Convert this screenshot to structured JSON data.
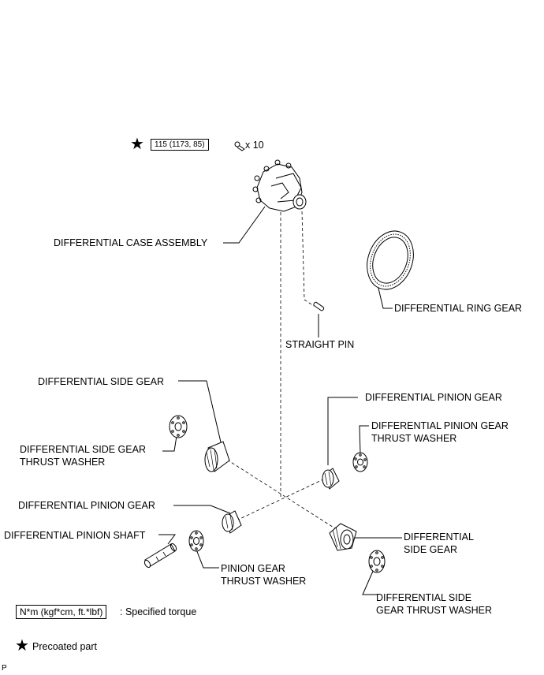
{
  "torque": {
    "value": "115 (1173, 85)",
    "quantity": "x 10"
  },
  "labels": {
    "case_assembly": "DIFFERENTIAL CASE ASSEMBLY",
    "ring_gear": "DIFFERENTIAL RING GEAR",
    "straight_pin": "STRAIGHT PIN",
    "side_gear_top": "DIFFERENTIAL SIDE GEAR",
    "side_gear_washer_left": [
      "DIFFERENTIAL SIDE GEAR",
      "THRUST WASHER"
    ],
    "pinion_gear_right": "DIFFERENTIAL PINION GEAR",
    "pinion_gear_washer_right": [
      "DIFFERENTIAL PINION GEAR",
      "THRUST WASHER"
    ],
    "pinion_gear_left": "DIFFERENTIAL PINION GEAR",
    "pinion_shaft": "DIFFERENTIAL PINION SHAFT",
    "pinion_washer": [
      "PINION GEAR",
      "THRUST WASHER"
    ],
    "side_gear_right": [
      "DIFFERENTIAL",
      "SIDE GEAR"
    ],
    "side_gear_washer_right": [
      "DIFFERENTIAL SIDE",
      "GEAR THRUST WASHER"
    ]
  },
  "legend": {
    "torque_units": "N*m (kgf*cm, ft.*lbf)",
    "torque_desc": ": Specified torque",
    "precoated": "Precoated part"
  },
  "symbols": {
    "star": "★"
  },
  "footer": "P"
}
